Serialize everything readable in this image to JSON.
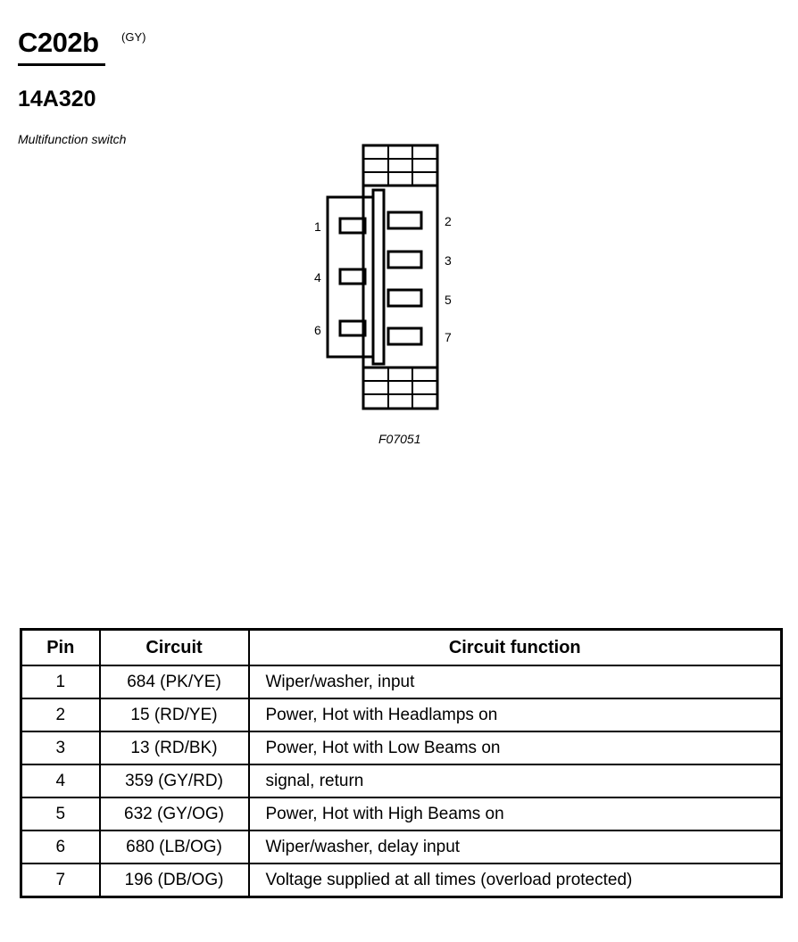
{
  "header": {
    "connector_id": "C202b",
    "color_code": "(GY)",
    "part_number": "14A320",
    "component_name": "Multifunction switch"
  },
  "diagram": {
    "figure_id": "F07051",
    "pin_labels_left": [
      "1",
      "4",
      "6"
    ],
    "pin_labels_right": [
      "2",
      "3",
      "5",
      "7"
    ]
  },
  "table": {
    "headers": [
      "Pin",
      "Circuit",
      "Circuit function"
    ],
    "rows": [
      {
        "pin": "1",
        "circuit": "684 (PK/YE)",
        "function": "Wiper/washer, input"
      },
      {
        "pin": "2",
        "circuit": "15 (RD/YE)",
        "function": "Power, Hot with Headlamps on"
      },
      {
        "pin": "3",
        "circuit": "13 (RD/BK)",
        "function": "Power, Hot with Low Beams on"
      },
      {
        "pin": "4",
        "circuit": "359 (GY/RD)",
        "function": "signal, return"
      },
      {
        "pin": "5",
        "circuit": "632 (GY/OG)",
        "function": "Power, Hot with High Beams on"
      },
      {
        "pin": "6",
        "circuit": "680 (LB/OG)",
        "function": "Wiper/washer, delay input"
      },
      {
        "pin": "7",
        "circuit": "196 (DB/OG)",
        "function": "Voltage supplied at all times (overload protected)"
      }
    ]
  }
}
